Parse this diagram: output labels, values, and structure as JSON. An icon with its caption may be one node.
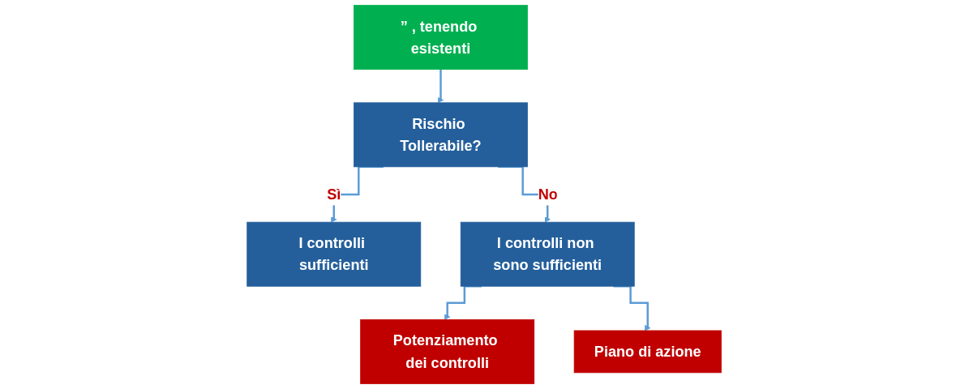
{
  "diagram": {
    "nodes": [
      {
        "text": [
          "” , tenendo esistenti"
        ]
      },
      {
        "text": [
          "Rischio Tollerabile?"
        ]
      },
      {
        "text": [
          "I controlli sufficienti"
        ]
      },
      {
        "text": [
          "I controlli non sono sufficienti"
        ]
      },
      {
        "text": [
          "Potenziamento dei controlli"
        ]
      },
      {
        "text": [
          "Piano di azione"
        ]
      }
    ],
    "edges": [
      {
        "from": 0,
        "to": 1,
        "arrow": "to"
      },
      {
        "from": 1,
        "to": 2,
        "arrow": "to",
        "label": "Sì"
      },
      {
        "from": 1,
        "to": 3,
        "arrow": "to",
        "label": "No"
      },
      {
        "from": 3,
        "to": 4,
        "arrow": "to"
      },
      {
        "from": 3,
        "to": 5,
        "arrow": "to"
      }
    ]
  }
}
